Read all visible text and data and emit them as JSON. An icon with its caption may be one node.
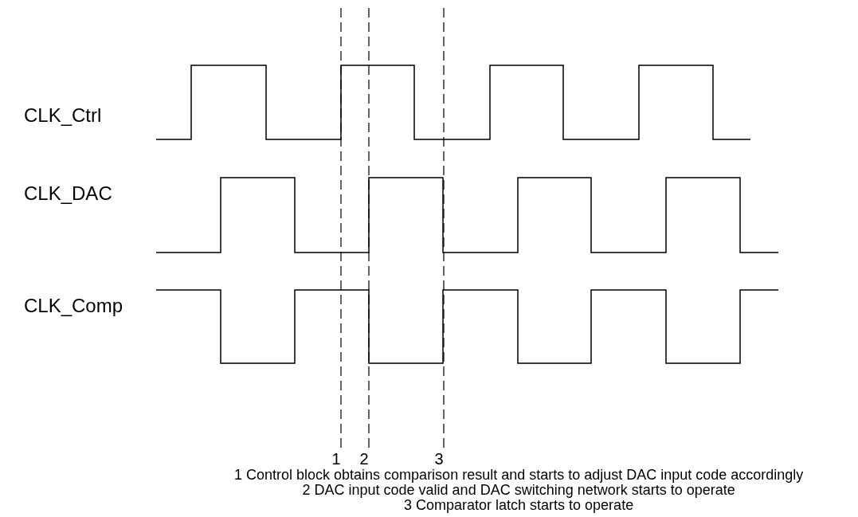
{
  "diagram": {
    "labels": [
      "CLK_Ctrl",
      "CLK_DAC",
      "CLK_Comp",
      "1",
      "2",
      "3",
      "1 Control block obtains comparison result and starts to adjust DAC input code accordingly",
      "2 DAC input code valid and DAC switching network starts to operate",
      "3 Comparator latch starts to operate"
    ]
  }
}
